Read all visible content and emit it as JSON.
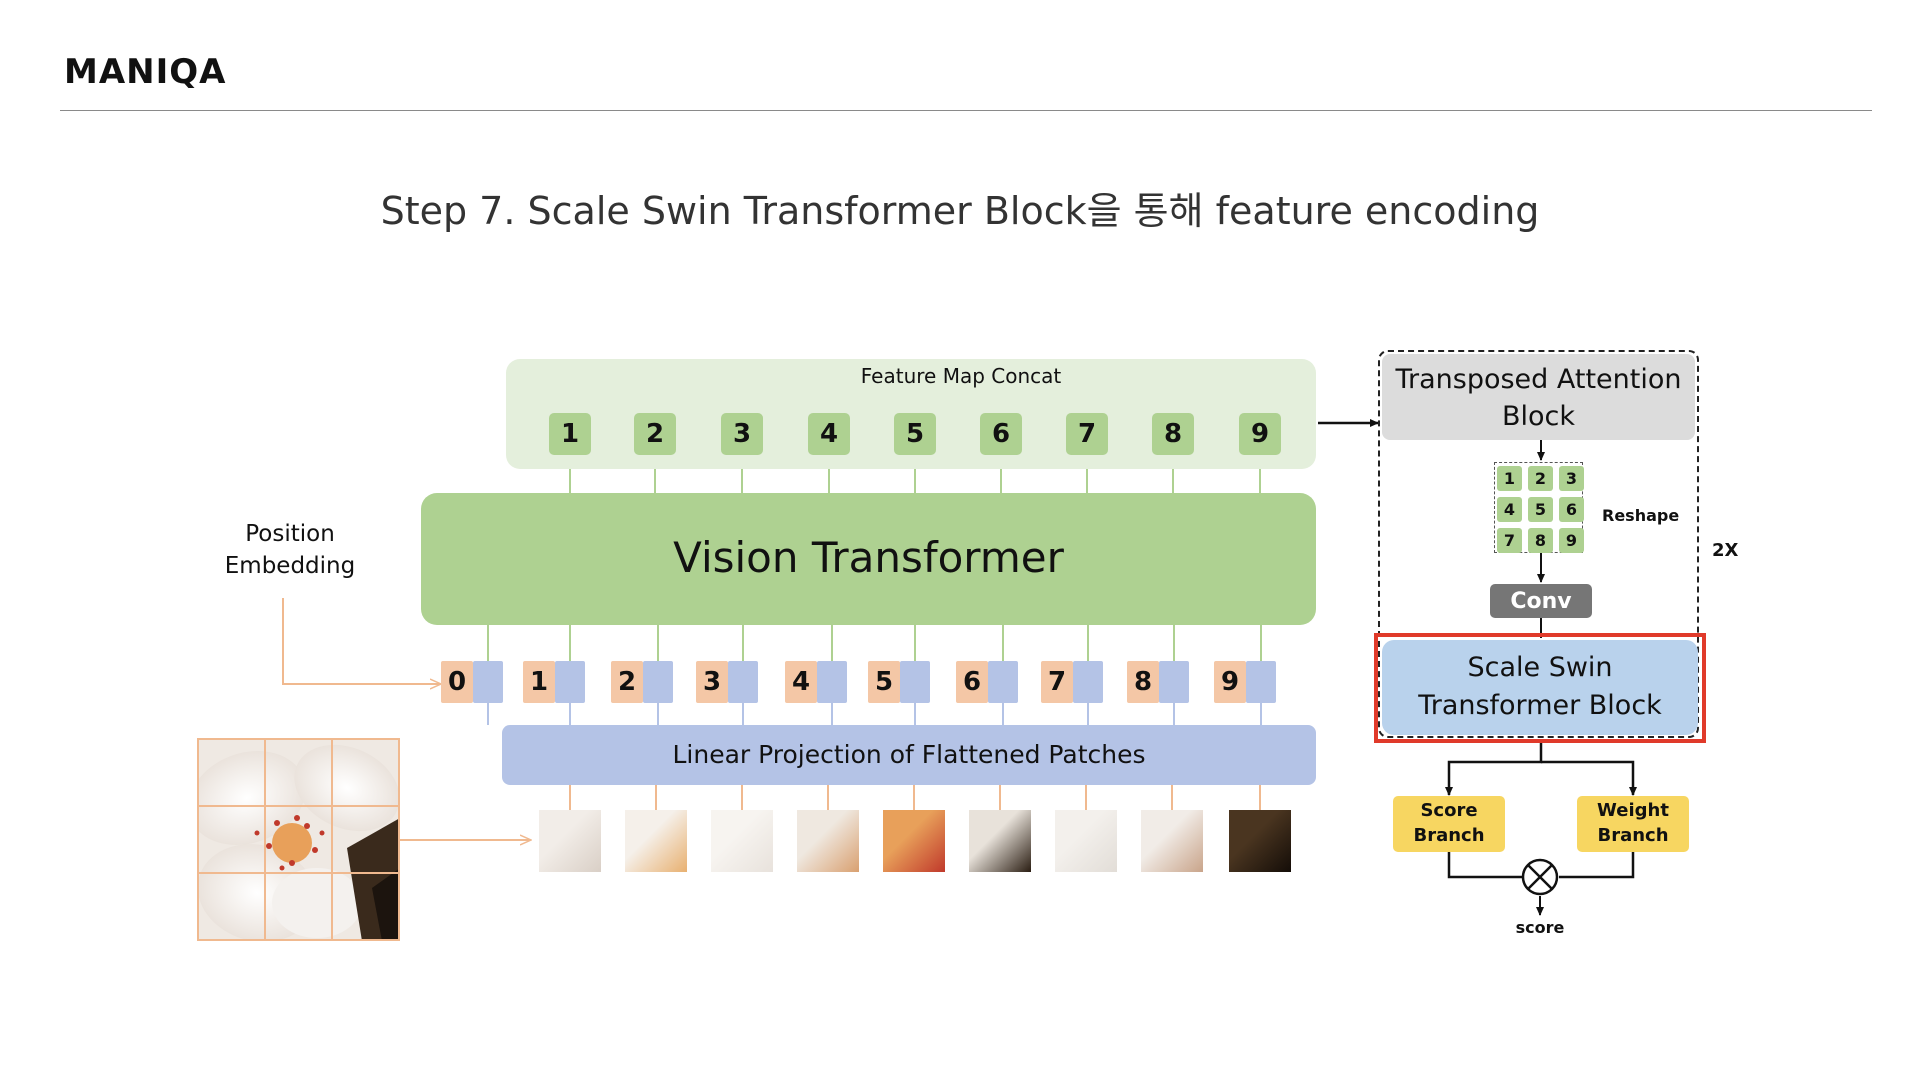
{
  "header": {
    "title": "MANIQA"
  },
  "step": {
    "title": "Step 7. Scale Swin Transformer Block을 통해 feature encoding"
  },
  "diagram": {
    "feature_map_concat": "Feature Map Concat",
    "concat_tokens": [
      "1",
      "2",
      "3",
      "4",
      "5",
      "6",
      "7",
      "8",
      "9"
    ],
    "vision_transformer": "Vision Transformer",
    "position_embedding": "Position\nEmbedding",
    "position_tokens": [
      "0",
      "1",
      "2",
      "3",
      "4",
      "5",
      "6",
      "7",
      "8",
      "9"
    ],
    "linear_projection": "Linear Projection of Flattened Patches",
    "tab": "Transposed Attention\nBlock",
    "reshape_grid": [
      "1",
      "2",
      "3",
      "4",
      "5",
      "6",
      "7",
      "8",
      "9"
    ],
    "reshape": "Reshape",
    "conv": "Conv",
    "repeat": "2X",
    "ssb": "Scale Swin\nTransformer Block",
    "score_branch": "Score\nBranch",
    "weight_branch": "Weight\nBranch",
    "score": "score"
  },
  "colors": {
    "green_light": "#e4efdc",
    "green": "#aed191",
    "blue": "#b4c3e6",
    "peach": "#f4c7a6",
    "gray": "#dcdcdc",
    "dark_gray": "#767676",
    "light_blue": "#b9d2ec",
    "yellow": "#f7d661",
    "red": "#e03a2a",
    "orange_line": "#f0b98f"
  }
}
